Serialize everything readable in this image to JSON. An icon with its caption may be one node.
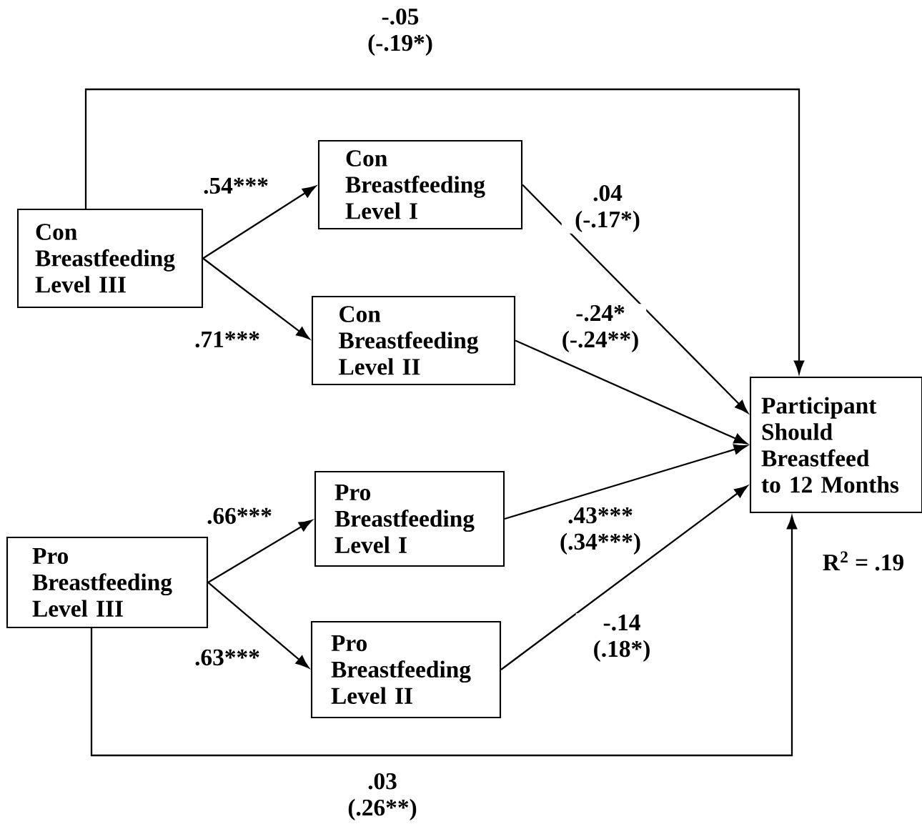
{
  "diagram": {
    "nodes": [
      {
        "text": [
          "Con Breastfeeding Level III"
        ]
      },
      {
        "text": [
          "Con Breastfeeding Level I"
        ]
      },
      {
        "text": [
          "Con Breastfeeding Level II"
        ]
      },
      {
        "text": [
          "Participant Should Breastfeed to 12 Months"
        ]
      },
      {
        "text": [
          "Pro Breastfeeding Level III"
        ]
      },
      {
        "text": [
          "Pro Breastfeeding Level I"
        ]
      },
      {
        "text": [
          "Pro Breastfeeding Level II"
        ]
      }
    ],
    "edges": [
      {
        "from": 0,
        "to": 1,
        "arrow": "to",
        "label": ".54***"
      },
      {
        "from": 0,
        "to": 2,
        "arrow": "to",
        "label": ".71***"
      },
      {
        "from": 1,
        "to": 3,
        "arrow": "to",
        "label": ".04 (-.17*)"
      },
      {
        "from": 2,
        "to": 3,
        "arrow": "to",
        "label": "-.24* (-.24**)"
      },
      {
        "from": 4,
        "to": 5,
        "arrow": "to",
        "label": ".66***"
      },
      {
        "from": 4,
        "to": 6,
        "arrow": "to",
        "label": ".63***"
      },
      {
        "from": 5,
        "to": 3,
        "arrow": "to",
        "label": ".43*** (.34***)"
      },
      {
        "from": 6,
        "to": 3,
        "arrow": "to",
        "label": "-.14 (.18*)"
      },
      {
        "from": 0,
        "to": 3,
        "arrow": "to",
        "label": "-.05 (-.19*)"
      },
      {
        "from": 4,
        "to": 3,
        "arrow": "to",
        "label": ".03 (.26**)"
      }
    ],
    "labels": [
      "**R**$^{2}$ = .19"
    ]
  }
}
